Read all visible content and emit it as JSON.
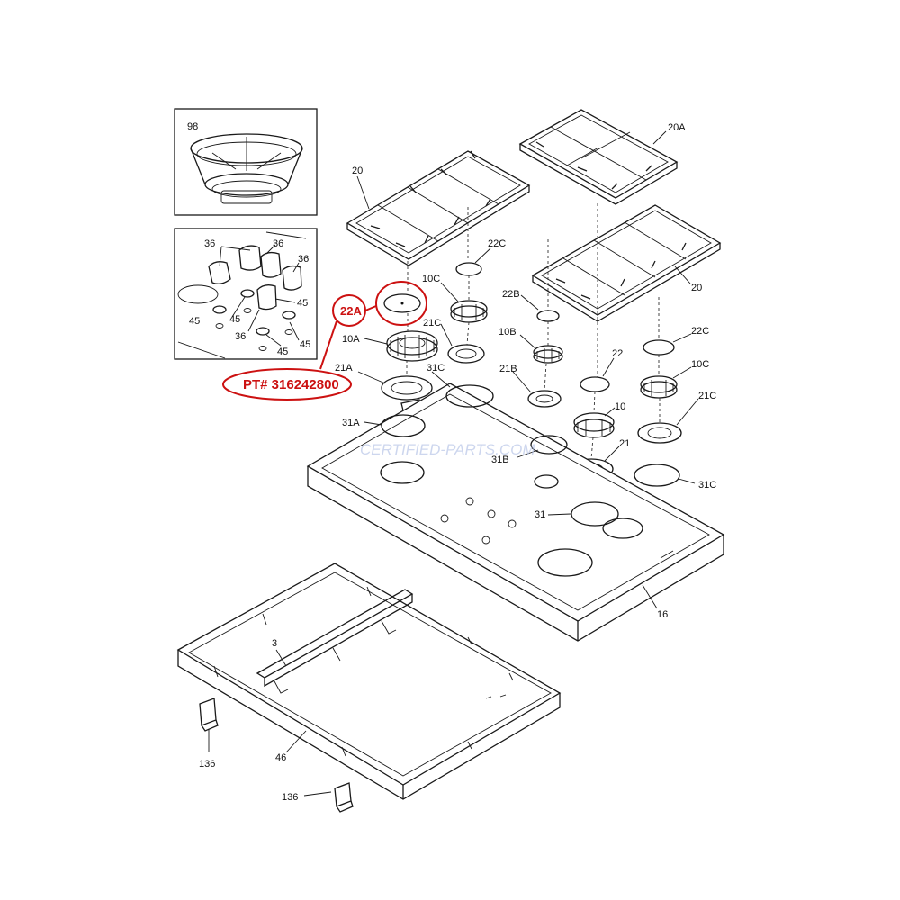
{
  "diagram": {
    "watermark": "CERTIFIED-PARTS.COM",
    "callout": {
      "part_label": "22A",
      "part_number_text": "PT# 316242800",
      "color": "#cc1111"
    },
    "inset_wok_ring": {
      "label": "98"
    },
    "inset_knobs": {
      "labels": [
        "36",
        "36",
        "36",
        "45",
        "45",
        "45",
        "36",
        "45",
        "45"
      ]
    },
    "labels": {
      "grate_left": "20",
      "grate_top_right": "20A",
      "grate_right": "20",
      "cap_22C_a": "22C",
      "head_10C_a": "10C",
      "base_21C_a": "21C",
      "head_10A": "10A",
      "base_21A": "21A",
      "ring_31C_a": "31C",
      "ring_31A": "31A",
      "cap_22B": "22B",
      "head_10B": "10B",
      "base_21B": "21B",
      "ring_31B": "31B",
      "cap_22": "22",
      "head_10": "10",
      "base_21": "21",
      "ring_31": "31",
      "cap_22C_b": "22C",
      "head_10C_b": "10C",
      "base_21C_b": "21C",
      "ring_31C_b": "31C",
      "cooktop": "16",
      "bracket": "3",
      "frame": "46",
      "clip_a": "136",
      "clip_b": "136"
    }
  }
}
